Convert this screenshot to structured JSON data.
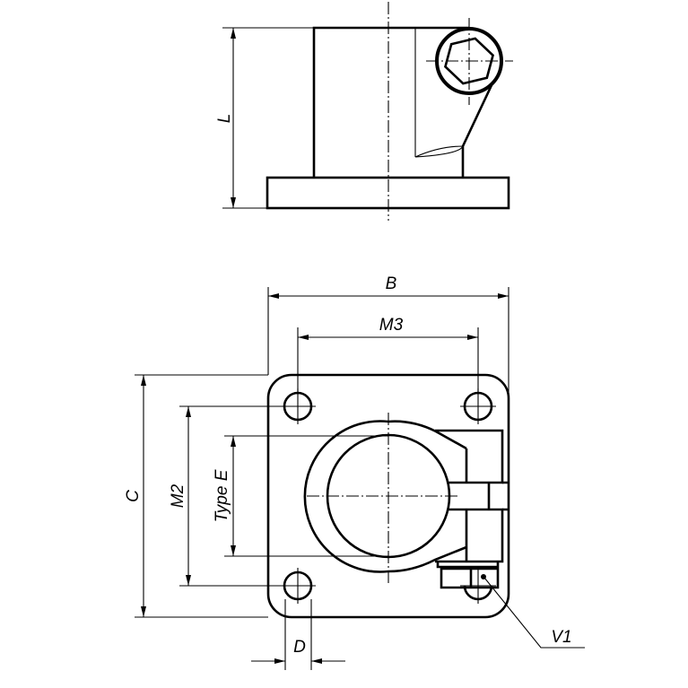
{
  "drawing": {
    "labels": {
      "L": "L",
      "B": "B",
      "M3": "M3",
      "C": "C",
      "M2": "M2",
      "TypeE": "Type E",
      "D": "D",
      "V1": "V1"
    },
    "line_color": "#000000",
    "background": "#ffffff"
  }
}
